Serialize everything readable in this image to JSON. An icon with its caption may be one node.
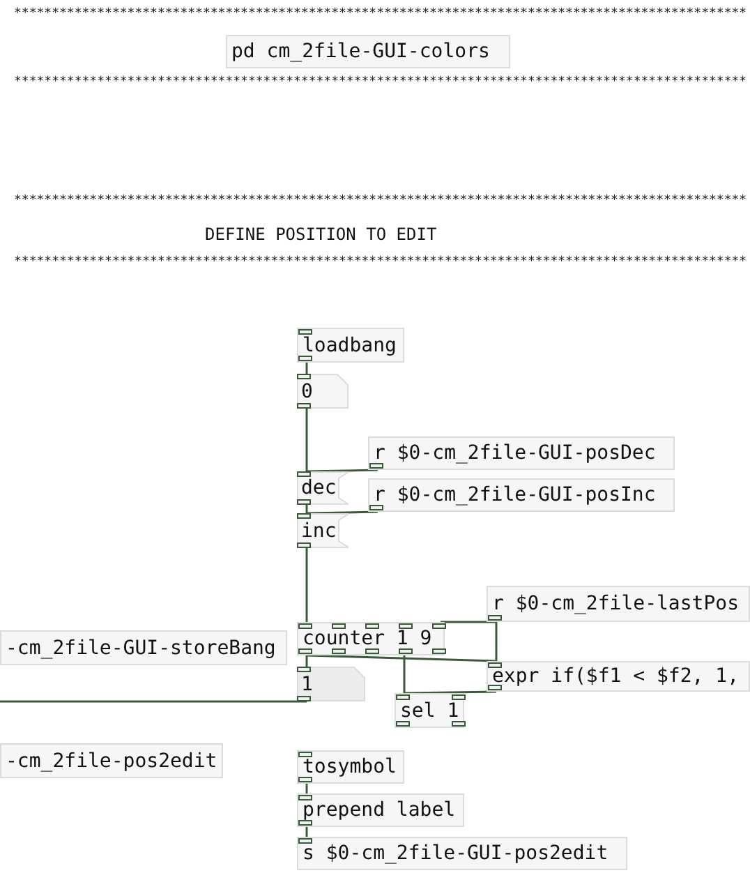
{
  "diagram": {
    "nodes": [
      {
        "text": [
          "pd cm_2file-GUI-colors"
        ]
      },
      {
        "text": [
          "loadbang"
        ]
      },
      {
        "text": [
          "0"
        ]
      },
      {
        "text": [
          "r $0-cm_2file-GUI-posDec"
        ]
      },
      {
        "text": [
          "dec"
        ]
      },
      {
        "text": [
          "r $0-cm_2file-GUI-posInc"
        ]
      },
      {
        "text": [
          "inc"
        ]
      },
      {
        "text": [
          "r $0-cm_2file-lastPos"
        ]
      },
      {
        "text": [
          "-cm_2file-GUI-storeBang"
        ]
      },
      {
        "text": [
          "counter 1 9"
        ]
      },
      {
        "text": [
          "expr if($f1 < $f2, 1,"
        ]
      },
      {
        "text": [
          "1"
        ]
      },
      {
        "text": [
          "sel 1"
        ]
      },
      {
        "text": [
          "-cm_2file-pos2edit"
        ]
      },
      {
        "text": [
          "tosymbol"
        ]
      },
      {
        "text": [
          "prepend label"
        ]
      },
      {
        "text": [
          "s $0-cm_2file-GUI-pos2edit"
        ]
      }
    ],
    "edges": [
      {
        "from": 1,
        "to": 2,
        "arrow": "none"
      },
      {
        "from": 2,
        "to": 4,
        "arrow": "none"
      },
      {
        "from": 3,
        "to": 4,
        "arrow": "none"
      },
      {
        "from": 5,
        "to": 6,
        "arrow": "none"
      },
      {
        "from": 4,
        "to": 6,
        "arrow": "none"
      },
      {
        "from": 6,
        "to": 9,
        "arrow": "none"
      },
      {
        "from": 7,
        "to": 9,
        "arrow": "none"
      },
      {
        "from": 7,
        "to": 10,
        "arrow": "none"
      },
      {
        "from": 9,
        "to": 10,
        "arrow": "none"
      },
      {
        "from": 9,
        "to": 11,
        "arrow": "none"
      },
      {
        "from": 10,
        "to": 12,
        "arrow": "none"
      },
      {
        "from": 12,
        "to": 9,
        "arrow": "none"
      },
      {
        "from": 11,
        "to": null,
        "arrow": "none"
      },
      {
        "from": 14,
        "to": 15,
        "arrow": "none"
      },
      {
        "from": 15,
        "to": 16,
        "arrow": "none"
      }
    ],
    "labels": [
      "*************************************************************************************************",
      "*************************************************************************************************",
      "*************************************************************************************************",
      "DEFINE POSITION TO EDIT",
      "*************************************************************************************************"
    ]
  }
}
